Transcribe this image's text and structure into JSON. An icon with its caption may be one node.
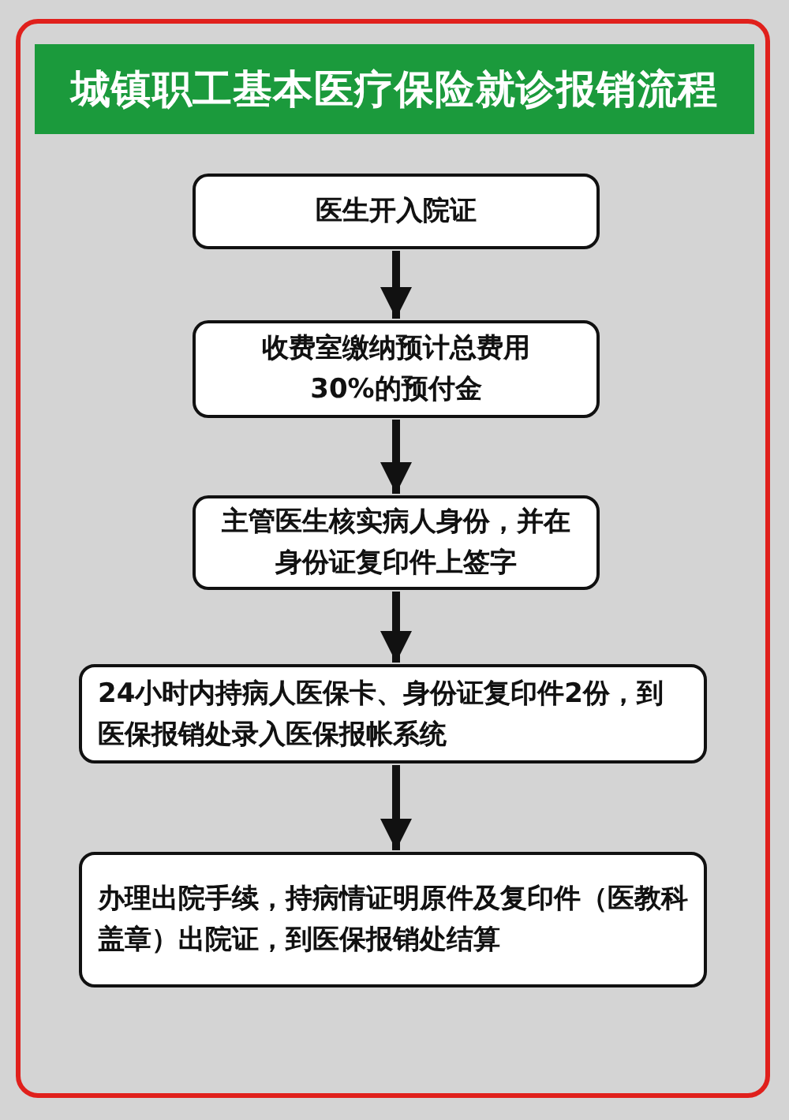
{
  "diagram": {
    "title": "城镇职工基本医疗保险就诊报销流程",
    "nodes": [
      {
        "text": [
          "医生开入院证"
        ]
      },
      {
        "text": [
          "收费室缴纳预计总费用30%的预付金"
        ]
      },
      {
        "text": [
          "主管医生核实病人身份，并在身份证复印件上签字"
        ]
      },
      {
        "text": [
          "24小时内持病人医保卡、身份证复印件2份，到医保报销处录入医保报帐系统"
        ]
      },
      {
        "text": [
          "办理出院手续，持病情证明原件及复印件（医教科盖章）出院证，到医保报销处结算"
        ]
      }
    ],
    "edges": [
      {
        "from": 0,
        "to": 1,
        "arrow": "to"
      },
      {
        "from": 1,
        "to": 2,
        "arrow": "to"
      },
      {
        "from": 2,
        "to": 3,
        "arrow": "to"
      },
      {
        "from": 3,
        "to": 4,
        "arrow": "to"
      }
    ]
  }
}
